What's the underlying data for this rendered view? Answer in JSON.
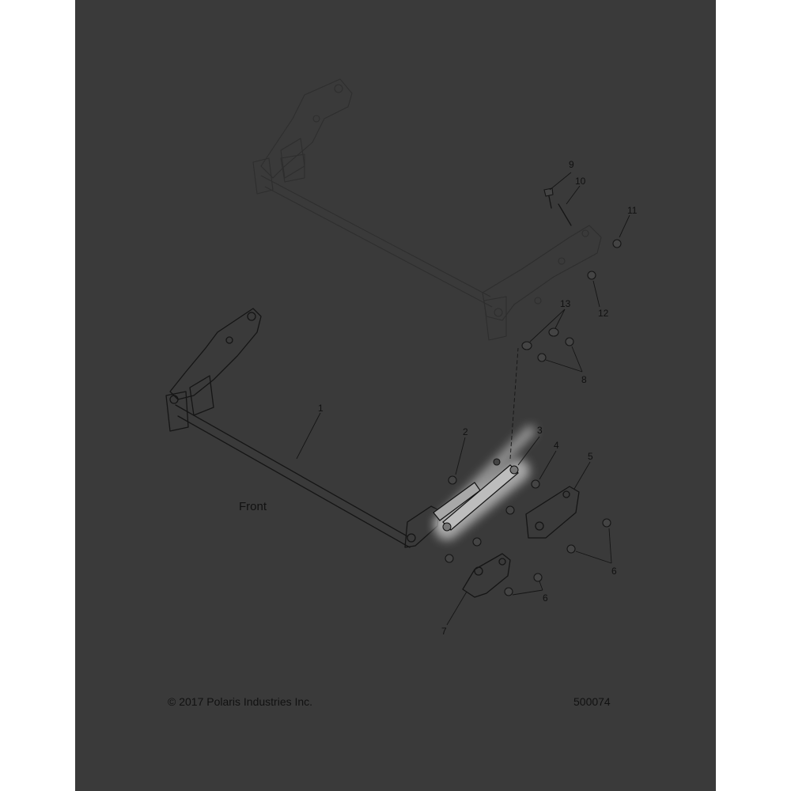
{
  "diagram": {
    "callouts": [
      "1",
      "2",
      "3",
      "4",
      "5",
      "6",
      "6",
      "7",
      "8",
      "9",
      "10",
      "11",
      "12",
      "13"
    ],
    "front_label": "Front",
    "copyright": "© 2017 Polaris Industries Inc.",
    "figure_number": "500074",
    "highlighted_part": "3"
  },
  "colors": {
    "background": "#3a3a3a",
    "line": "#151515",
    "highlight": "#ffffff"
  }
}
